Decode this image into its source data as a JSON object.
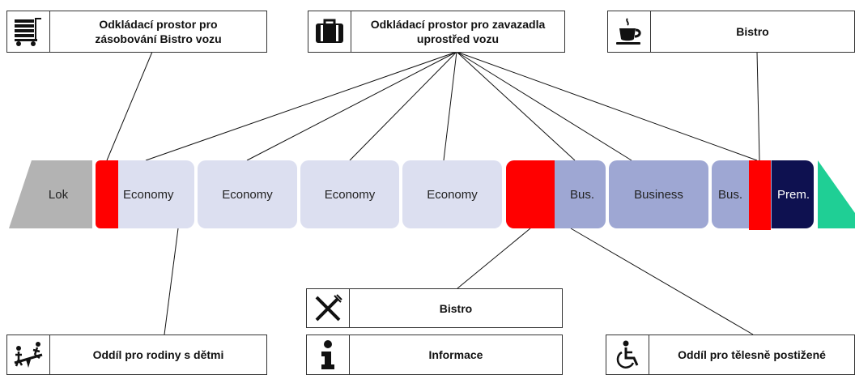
{
  "train": {
    "lok": "Lok",
    "cars": [
      "Economy",
      "Economy",
      "Economy",
      "Economy",
      "Bus.",
      "Business",
      "Bus.",
      "Prem."
    ]
  },
  "labels": {
    "supply_storage": "Odkládací prostor pro\nzásobování Bistro vozu",
    "luggage_storage": "Odkládací prostor pro zavazadla\nuprostřed vozu",
    "bistro_top": "Bistro",
    "bistro_bottom": "Bistro",
    "family": "Oddíl pro rodiny s dětmi",
    "info": "Informace",
    "disabled": "Oddíl pro tělesně postižené"
  },
  "icons": {
    "supply_storage": "catering-trolley-icon",
    "luggage_storage": "suitcase-icon",
    "bistro_top": "coffee-cup-icon",
    "bistro_bottom": "fork-knife-icon",
    "family": "family-seesaw-icon",
    "info": "info-icon",
    "disabled": "wheelchair-icon"
  },
  "colors": {
    "economy": "#dcdff0",
    "business": "#9ea7d3",
    "premium": "#0e1150",
    "marker": "#ff0000",
    "locomotive": "#b3b3b3",
    "end_car": "#1fcf95"
  }
}
